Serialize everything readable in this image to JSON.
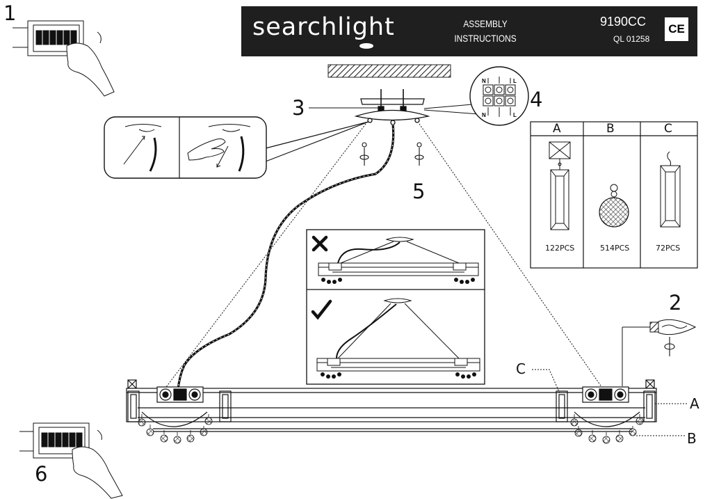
{
  "header": {
    "brand": "searchlight",
    "title_line1": "ASSEMBLY",
    "title_line2": "INSTRUCTIONS",
    "model": "9190CC",
    "code": "QL 01258",
    "ce": "CE"
  },
  "steps": {
    "s1": "1",
    "s2": "2",
    "s3": "3",
    "s4": "4",
    "s5": "5",
    "s6": "6"
  },
  "wiring": {
    "n": "N",
    "l": "L"
  },
  "parts_table": {
    "headers": [
      "A",
      "B",
      "C"
    ],
    "counts": [
      "122PCS",
      "514PCS",
      "72PCS"
    ]
  },
  "callouts": {
    "a": "A",
    "b": "B",
    "c": "C"
  },
  "icons": {
    "breaker": "circuit-breaker-icon",
    "hand": "hand-icon",
    "wrong": "cross-icon",
    "right": "check-icon",
    "bulb": "candle-bulb-icon",
    "rotate": "rotate-icon"
  }
}
